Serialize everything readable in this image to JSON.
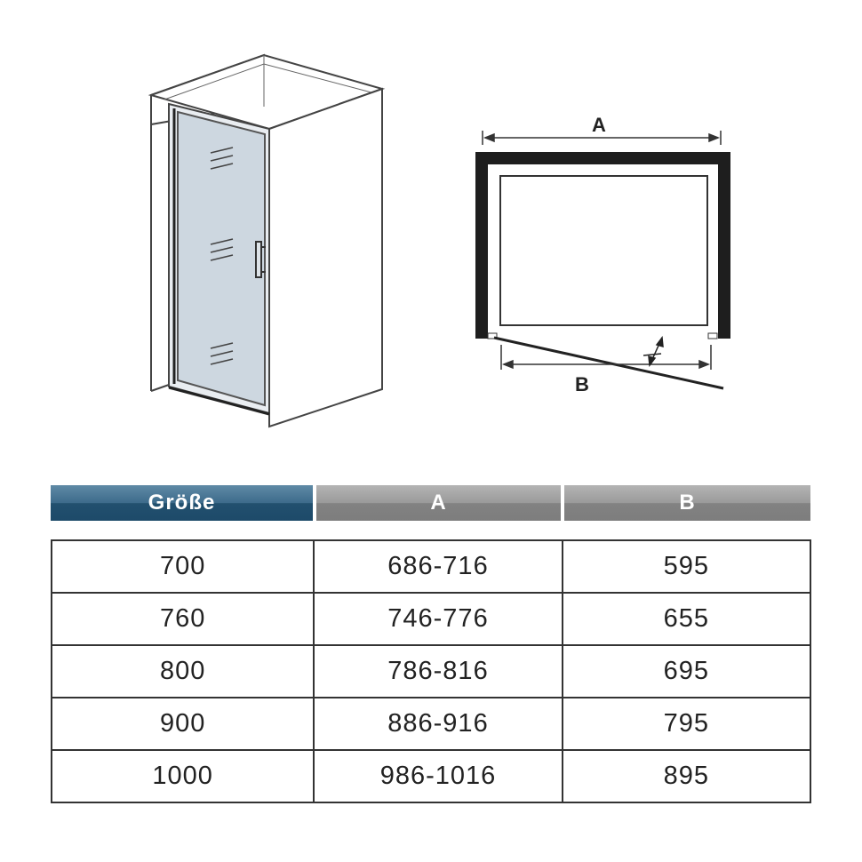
{
  "diagram": {
    "label_a": "A",
    "label_b": "B"
  },
  "table": {
    "headers": [
      "Größe",
      "A",
      "B"
    ],
    "rows": [
      [
        "700",
        "686-716",
        "595"
      ],
      [
        "760",
        "746-776",
        "655"
      ],
      [
        "800",
        "786-816",
        "695"
      ],
      [
        "900",
        "886-916",
        "795"
      ],
      [
        "1000",
        "986-1016",
        "895"
      ]
    ]
  },
  "colors": {
    "header_size": "#2f5d7e",
    "header_dims": "#8c8c8c",
    "glass": "#cdd7e0"
  }
}
